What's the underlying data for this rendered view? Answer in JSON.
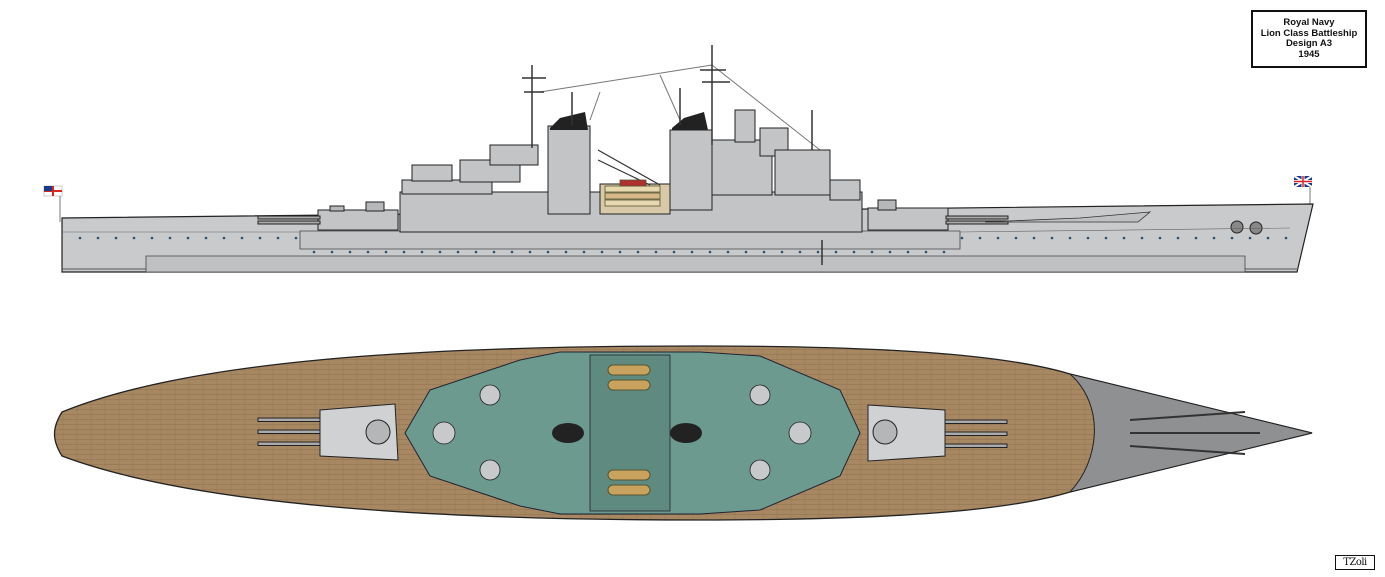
{
  "title_block": {
    "line1": "Royal Navy",
    "line2": "Lion Class Battleship",
    "line3": "Design A3",
    "line4": "1945"
  },
  "signature": "TZoli",
  "views": [
    "side-profile",
    "top-plan"
  ],
  "colors": {
    "hull_grey": "#c9cacc",
    "hull_dark": "#a9abae",
    "deck_wood": "#a88862",
    "deck_steel": "#8e9092",
    "superstructure_green": "#6c9a8e",
    "outline": "#222222",
    "ensign_red": "#d22"
  },
  "flags": [
    "white-ensign-icon",
    "union-jack-icon"
  ]
}
